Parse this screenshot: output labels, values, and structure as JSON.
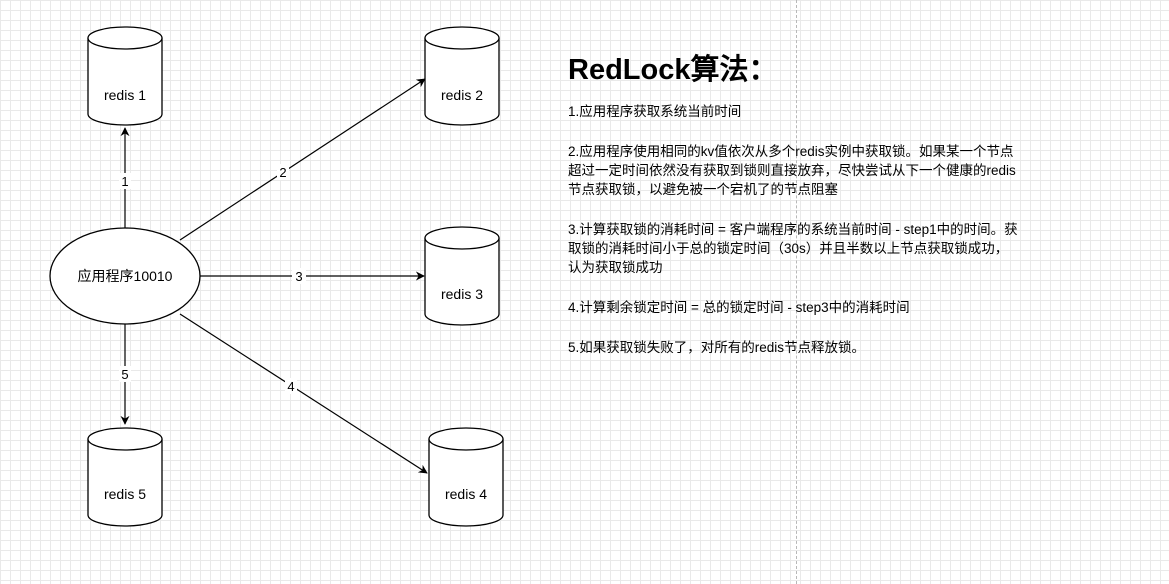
{
  "diagram": {
    "app_node": "应用程序10010",
    "redis_nodes": {
      "r1": "redis 1",
      "r2": "redis 2",
      "r3": "redis 3",
      "r4": "redis 4",
      "r5": "redis 5"
    },
    "edge_labels": {
      "e1": "1",
      "e2": "2",
      "e3": "3",
      "e4": "4",
      "e5": "5"
    }
  },
  "panel": {
    "title": "RedLock算法：",
    "steps": [
      "1.应用程序获取系统当前时间",
      "2.应用程序使用相同的kv值依次从多个redis实例中获取锁。如果某一个节点\n超过一定时间依然没有获取到锁则直接放弃，尽快尝试从下一个健康的redis\n节点获取锁，以避免被一个宕机了的节点阻塞",
      "3.计算获取锁的消耗时间 = 客户端程序的系统当前时间 - step1中的时间。获\n取锁的消耗时间小于总的锁定时间（30s）并且半数以上节点获取锁成功，\n认为获取锁成功",
      "4.计算剩余锁定时间 = 总的锁定时间 - step3中的消耗时间",
      "5.如果获取锁失败了，对所有的redis节点释放锁。"
    ]
  },
  "colors": {
    "stroke": "#000000",
    "fill": "#ffffff",
    "grid": "#e9e9e9"
  }
}
